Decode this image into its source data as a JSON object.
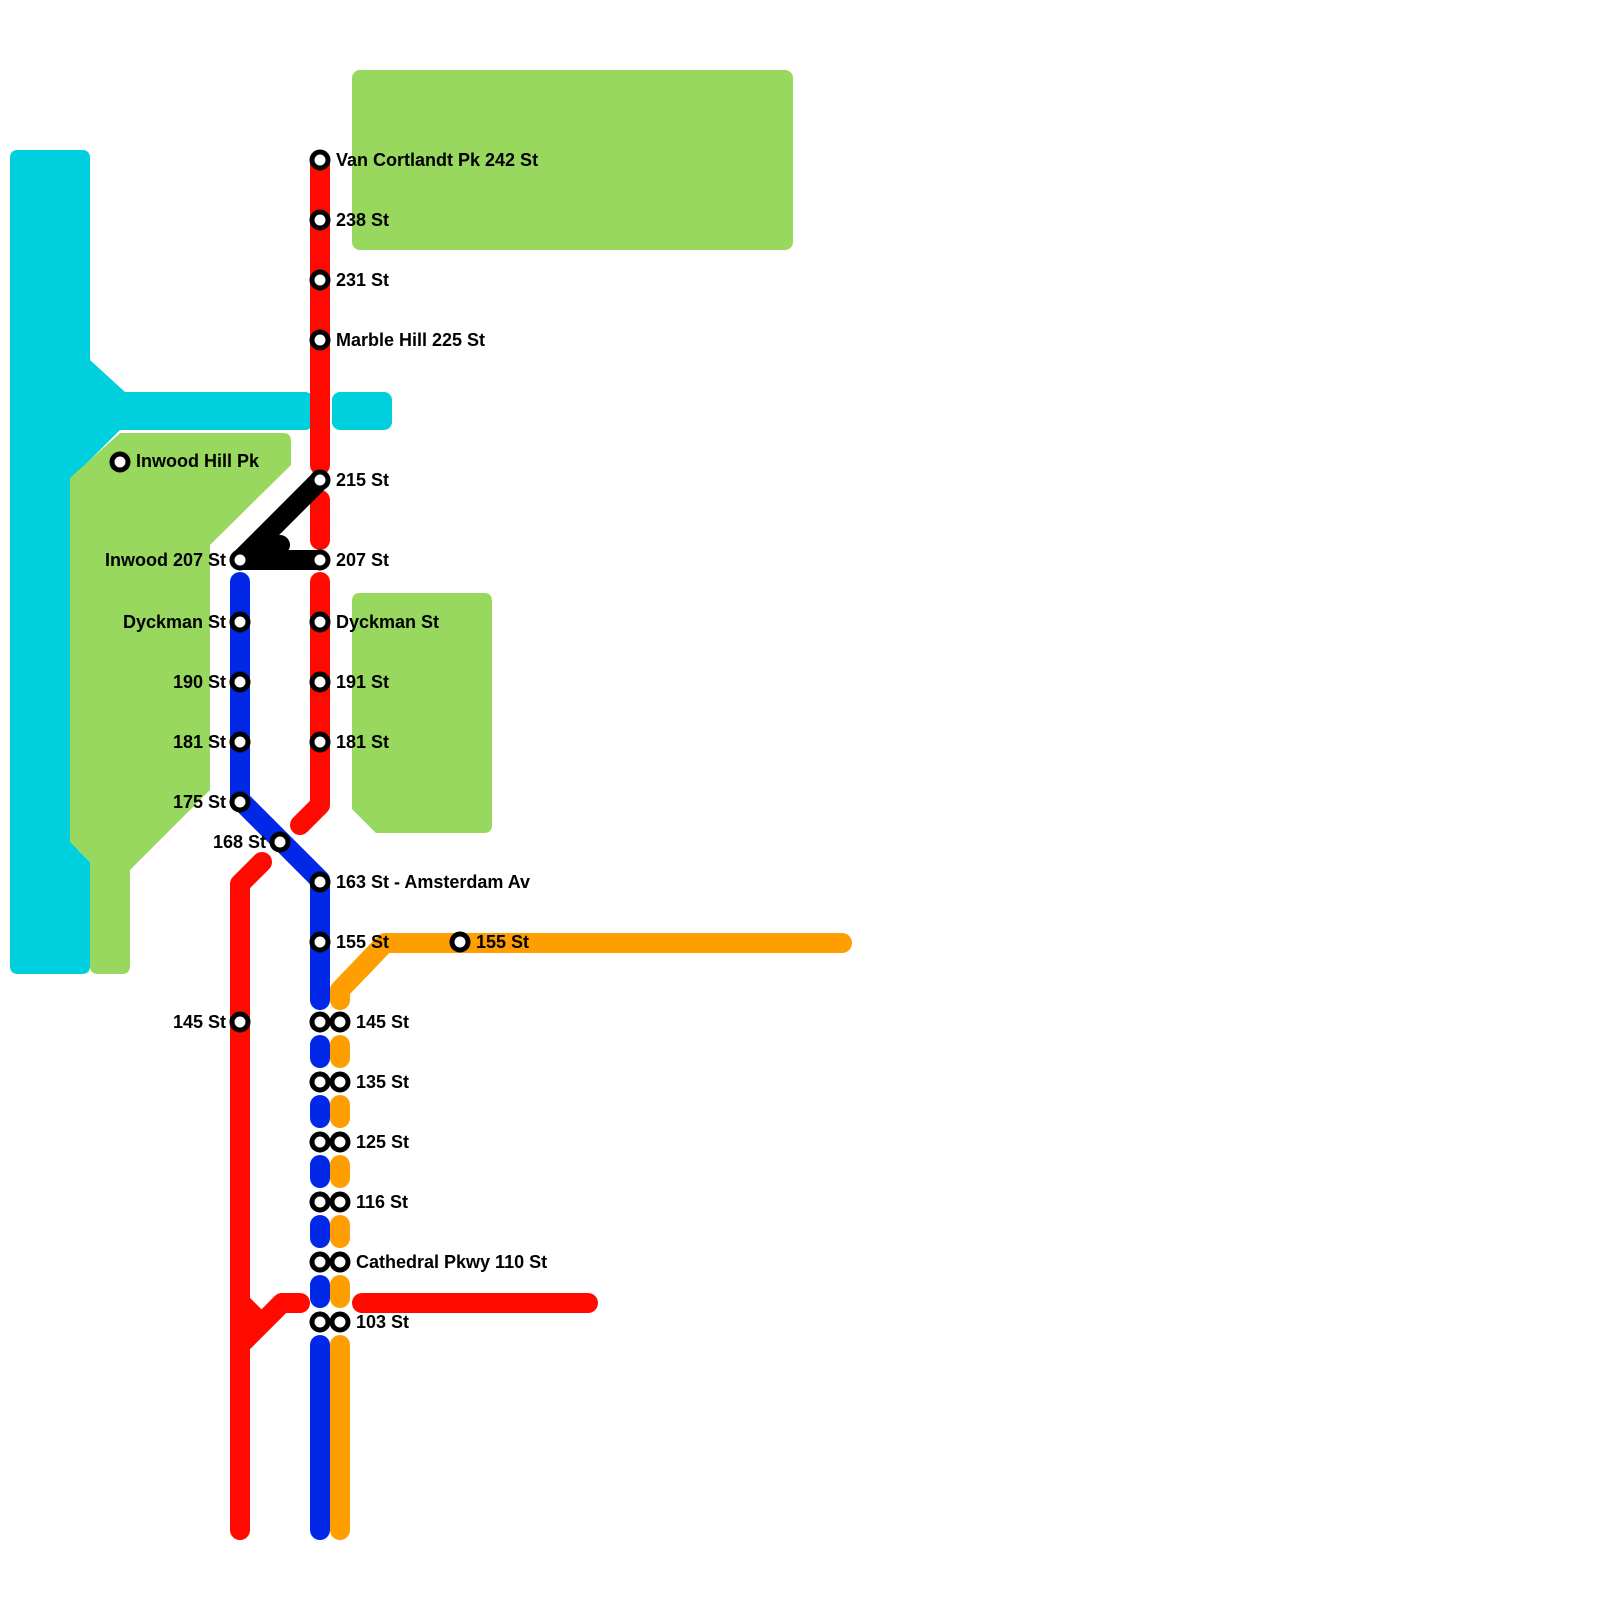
{
  "colors": {
    "water": "#00d0dd",
    "park": "#98d85e",
    "red_line": "#ff0a00",
    "blue_line": "#0028e6",
    "orange_line": "#ff9e00",
    "black_link": "#000000",
    "station_fill": "#ffffff",
    "station_stroke": "#000000"
  },
  "stations": {
    "van_cortlandt": "Van Cortlandt Pk 242 St",
    "s238": "238 St",
    "s231": "231 St",
    "marble_hill": "Marble Hill 225 St",
    "s215": "215 St",
    "s207_red": "207 St",
    "inwood_207": "Inwood 207 St",
    "inwood_hill": "Inwood Hill Pk",
    "dyckman_blue": "Dyckman St",
    "dyckman_red": "Dyckman St",
    "s190": "190 St",
    "s191": "191 St",
    "s181_blue": "181 St",
    "s181_red": "181 St",
    "s175": "175 St",
    "s168": "168 St",
    "s163": "163 St - Amsterdam Av",
    "s155_blue": "155 St",
    "s155_orange": "155 St",
    "s145_red": "145 St",
    "s145": "145 St",
    "s135": "135 St",
    "s125": "125 St",
    "s116": "116 St",
    "cathedral": "Cathedral Pkwy 110 St",
    "s103": "103 St"
  }
}
